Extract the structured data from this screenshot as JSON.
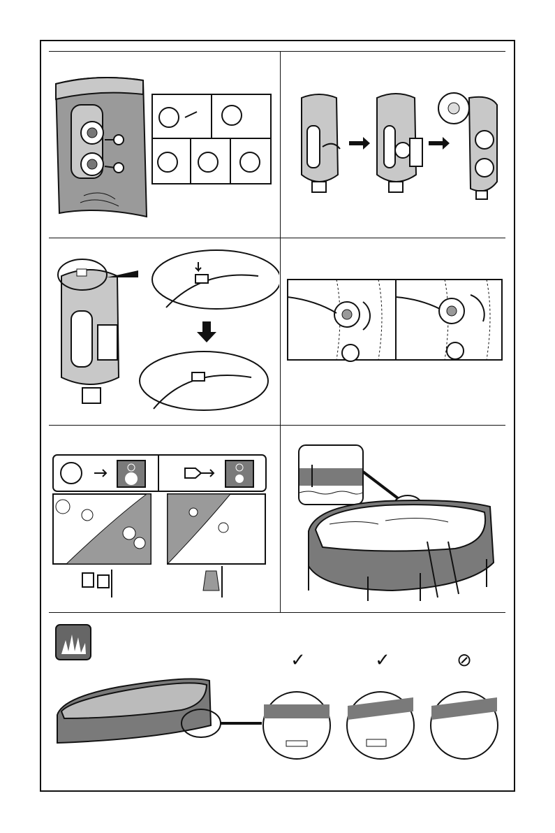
{
  "panels": [
    {
      "id": "step-1",
      "icon": "return-fittings-installation"
    },
    {
      "id": "step-2",
      "icon": "pump-cover-removal"
    },
    {
      "id": "step-3",
      "icon": "air-release-valve"
    },
    {
      "id": "step-4",
      "icon": "strainer-tightening"
    },
    {
      "id": "step-5",
      "icon": "inlet-outlet-fittings"
    },
    {
      "id": "step-6",
      "icon": "water-level-fill"
    },
    {
      "id": "step-7",
      "icon": "ground-placement"
    }
  ],
  "placement_marks": {
    "ok_1": "✓",
    "ok_2": "✓",
    "no": "⊘"
  },
  "colors": {
    "line": "#111111",
    "gray_dark": "#7a7a7a",
    "gray_mid": "#9a9a9a",
    "gray_light": "#c8c8c8"
  }
}
